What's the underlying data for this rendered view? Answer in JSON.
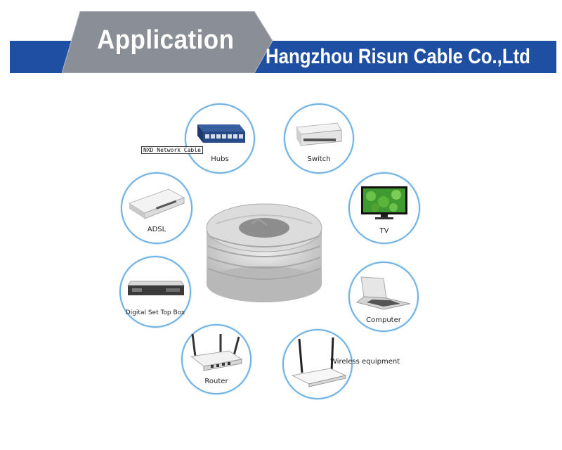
{
  "banner": {
    "tab_label": "Application",
    "company": "Hangzhou Risun Cable Co.,Ltd",
    "bar_color": "#1f4fa3",
    "tab_color": "#8a8f97"
  },
  "tag_label": "NXD Network Cable",
  "devices": {
    "hubs": "Hubs",
    "switch": "Switch",
    "adsl": "ADSL",
    "tv": "TV",
    "stb": "Digital Set Top Box",
    "computer": "Computer",
    "router": "Router",
    "wireless": "Wireless equipment"
  },
  "icons": {
    "hubs": "hub-icon",
    "switch": "switch-icon",
    "adsl": "modem-icon",
    "tv": "tv-icon",
    "stb": "set-top-box-icon",
    "computer": "laptop-icon",
    "router": "router-icon",
    "wireless": "wireless-router-icon",
    "center": "cable-coil-icon"
  }
}
